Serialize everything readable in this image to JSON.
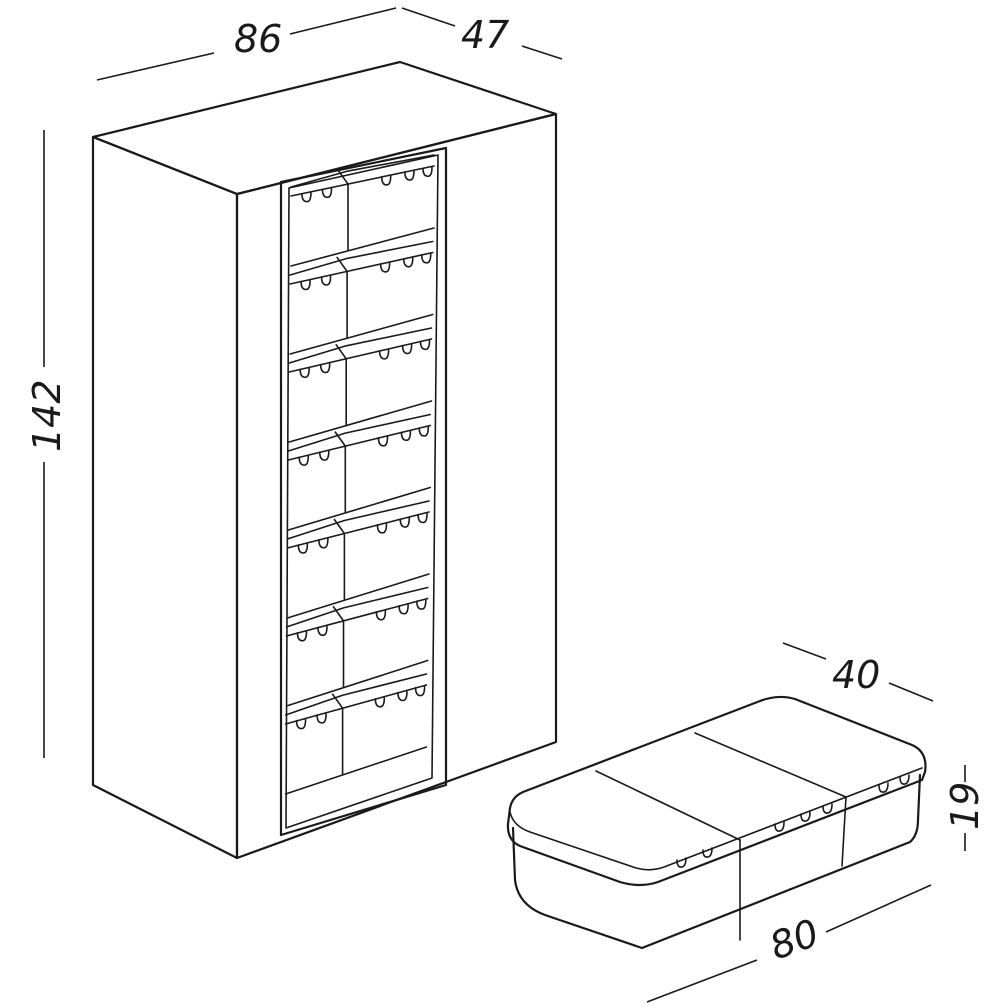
{
  "cabinet": {
    "dims": {
      "width": "86",
      "depth": "47",
      "height": "142"
    }
  },
  "box": {
    "dims": {
      "depth": "40",
      "height": "19",
      "width": "80"
    }
  },
  "colors": {
    "stroke": "#1a1a1a",
    "background": "#ffffff"
  }
}
